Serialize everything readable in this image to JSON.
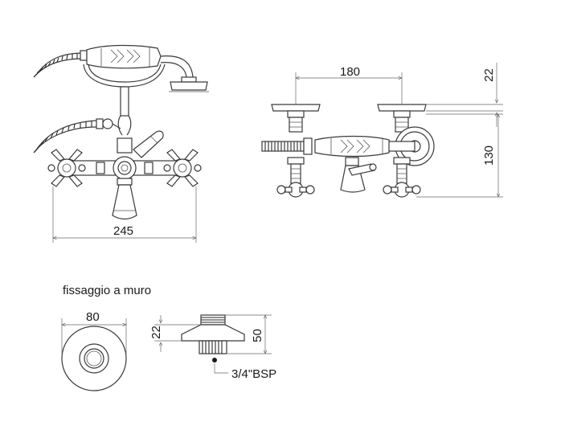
{
  "dimensions": {
    "front_width": "245",
    "side_spacing": "180",
    "side_top": "22",
    "side_height": "130",
    "flange_diameter": "80",
    "flange_thickness": "22",
    "flange_depth": "50"
  },
  "section": {
    "title": "fissaggio a muro",
    "thread_label": "3/4\"BSP"
  },
  "colors": {
    "line": "#3a3a3a",
    "text": "#1a1a1a"
  }
}
